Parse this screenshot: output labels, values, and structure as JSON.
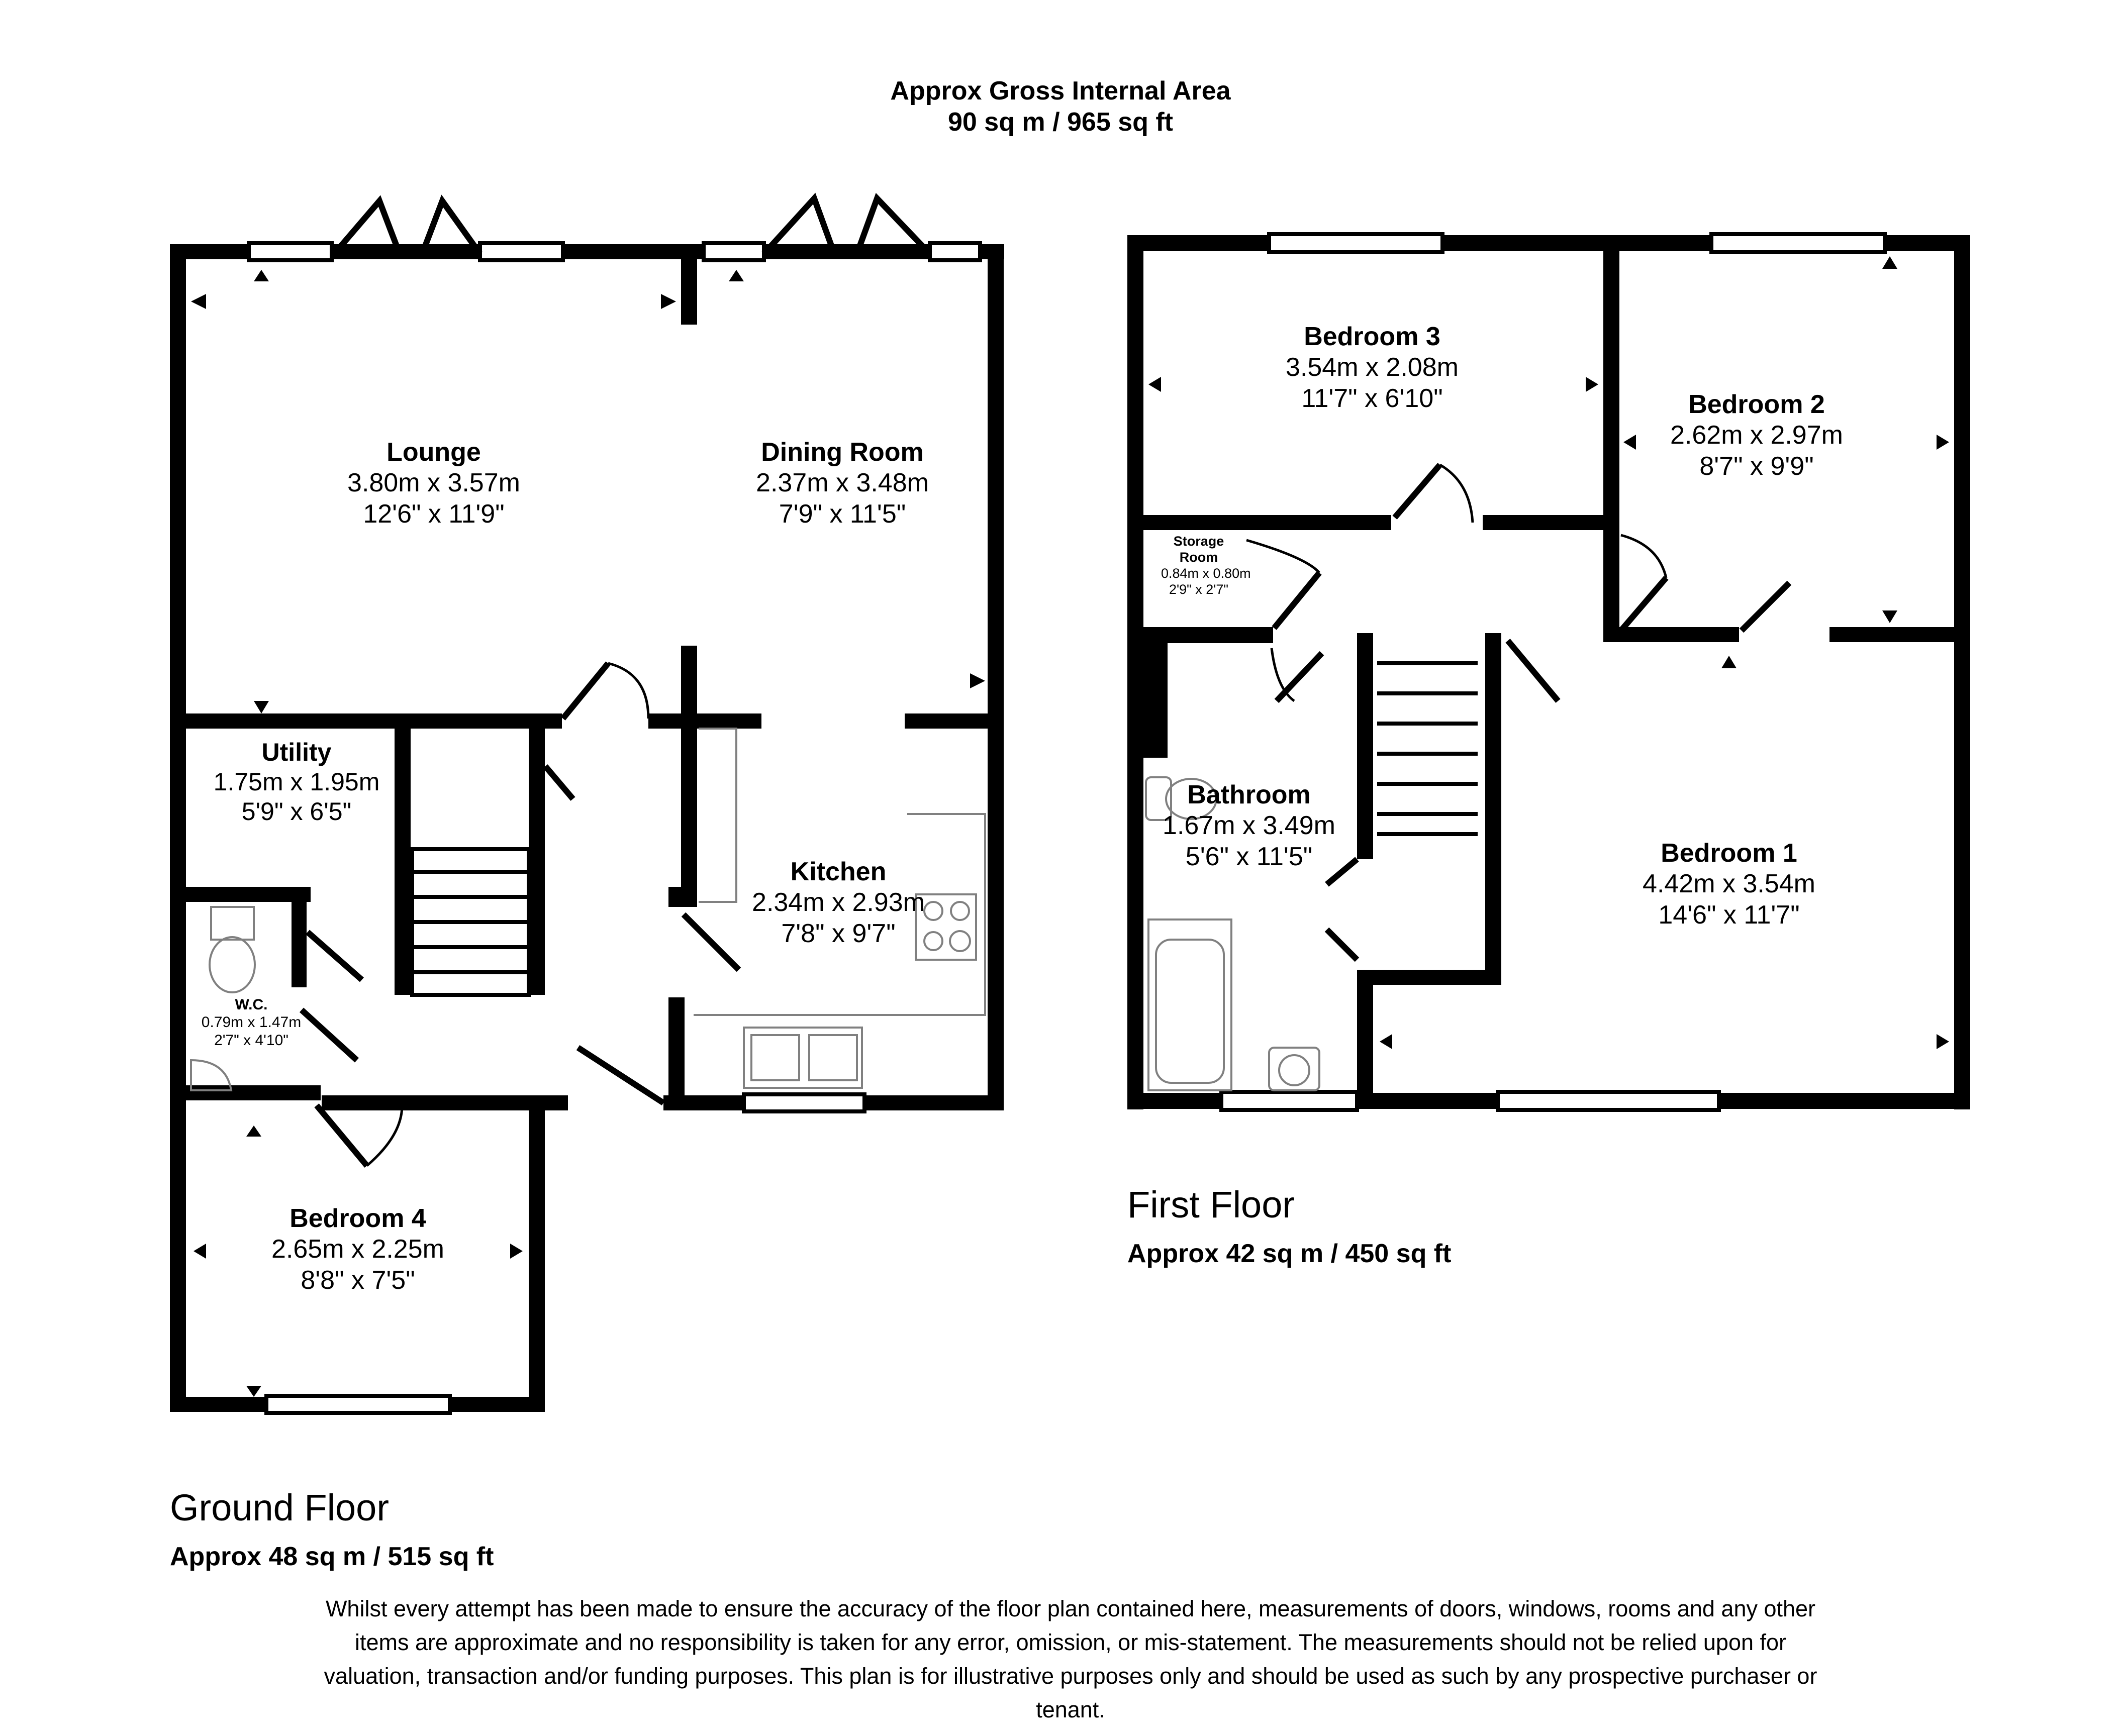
{
  "header": {
    "title": "Approx Gross Internal Area",
    "total_area": "90 sq m / 965 sq ft"
  },
  "ground_floor": {
    "title": "Ground Floor",
    "area": "Approx 48 sq m / 515 sq ft",
    "rooms": [
      {
        "name": "Lounge",
        "metric": "3.80m x 3.57m",
        "imperial": "12'6\" x 11'9\""
      },
      {
        "name": "Dining Room",
        "metric": "2.37m x 3.48m",
        "imperial": "7'9\" x 11'5\""
      },
      {
        "name": "Utility",
        "metric": "1.75m x 1.95m",
        "imperial": "5'9\" x 6'5\""
      },
      {
        "name": "Kitchen",
        "metric": "2.34m x 2.93m",
        "imperial": "7'8\" x 9'7\""
      },
      {
        "name": "W.C.",
        "metric": "0.79m x 1.47m",
        "imperial": "2'7\" x 4'10\""
      },
      {
        "name": "Bedroom 4",
        "metric": "2.65m x 2.25m",
        "imperial": "8'8\" x 7'5\""
      }
    ]
  },
  "first_floor": {
    "title": "First Floor",
    "area": "Approx 42 sq m / 450 sq ft",
    "rooms": [
      {
        "name": "Bedroom 3",
        "metric": "3.54m x 2.08m",
        "imperial": "11'7\" x 6'10\""
      },
      {
        "name": "Bedroom 2",
        "metric": "2.62m x 2.97m",
        "imperial": "8'7\" x 9'9\""
      },
      {
        "name": "Storage Room",
        "metric": "0.84m x 0.80m",
        "imperial": "2'9\" x 2'7\""
      },
      {
        "name": "Bathroom",
        "metric": "1.67m x 3.49m",
        "imperial": "5'6\" x 11'5\""
      },
      {
        "name": "Bedroom 1",
        "metric": "4.42m x 3.54m",
        "imperial": "14'6\" x 11'7\""
      }
    ]
  },
  "disclaimer": "Whilst every attempt has been made to ensure the accuracy of the floor plan contained here, measurements of doors, windows, rooms and any other items are approximate and no responsibility is taken for any error, omission, or mis-statement. The measurements should not be relied upon for valuation, transaction and/or funding purposes. This plan is for illustrative purposes only and should be used as such by any prospective purchaser or tenant.",
  "colors": {
    "wall": "#000000",
    "fixture": "#808080",
    "background": "#ffffff"
  }
}
